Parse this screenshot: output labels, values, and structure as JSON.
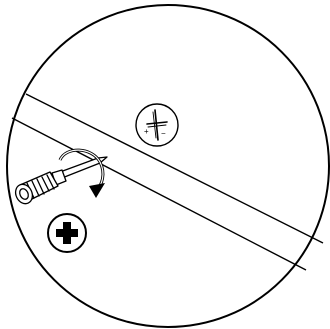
{
  "diagram": {
    "icons": {
      "round_screw": "phillips-screw-with-plus-minus-marks",
      "screwdriver": "phillips-screwdriver",
      "rotation": "clockwise-rotation-arrow",
      "badge": "plus-in-circle"
    },
    "screw_marks": {
      "plus": "+",
      "minus": "−"
    },
    "colors": {
      "stroke": "#000000",
      "background": "#ffffff",
      "badge_fill": "#000000"
    }
  }
}
